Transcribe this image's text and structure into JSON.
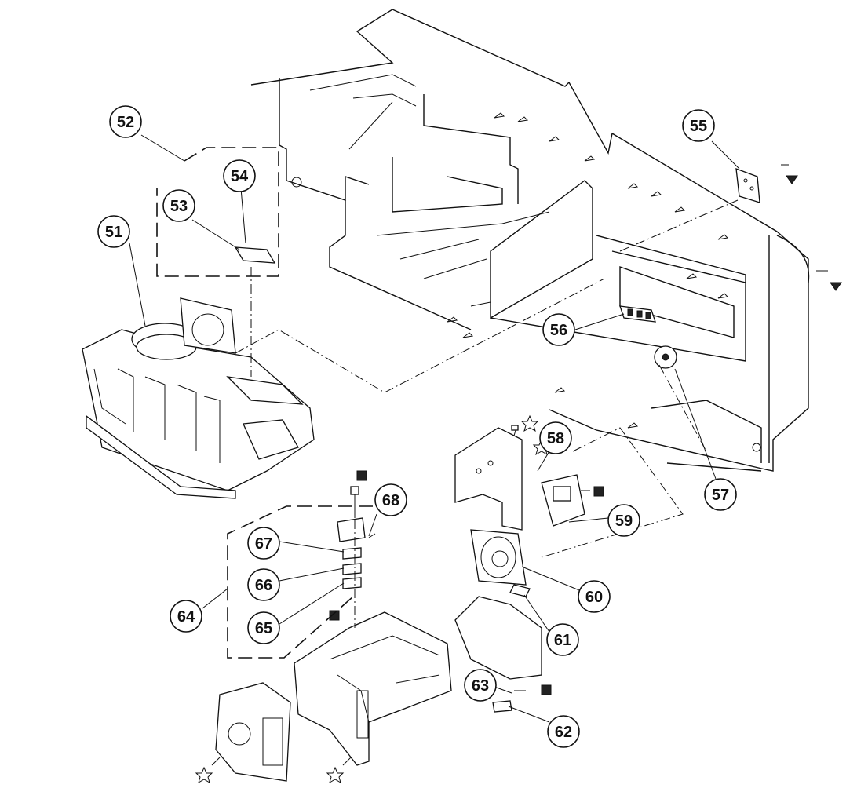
{
  "callouts": [
    {
      "id": "51",
      "label": "51"
    },
    {
      "id": "52",
      "label": "52"
    },
    {
      "id": "53",
      "label": "53"
    },
    {
      "id": "54",
      "label": "54"
    },
    {
      "id": "55",
      "label": "55"
    },
    {
      "id": "56",
      "label": "56"
    },
    {
      "id": "57",
      "label": "57"
    },
    {
      "id": "58",
      "label": "58"
    },
    {
      "id": "59",
      "label": "59"
    },
    {
      "id": "60",
      "label": "60"
    },
    {
      "id": "61",
      "label": "61"
    },
    {
      "id": "62",
      "label": "62"
    },
    {
      "id": "63",
      "label": "63"
    },
    {
      "id": "64",
      "label": "64"
    },
    {
      "id": "65",
      "label": "65"
    },
    {
      "id": "66",
      "label": "66"
    },
    {
      "id": "67",
      "label": "67"
    },
    {
      "id": "68",
      "label": "68"
    }
  ],
  "symbols": {
    "screw_marker_filled": "filled-triangle",
    "screw_marker_square": "filled-square",
    "screw_marker_star": "outline-star"
  },
  "colors": {
    "line": "#111111",
    "background": "#ffffff"
  }
}
